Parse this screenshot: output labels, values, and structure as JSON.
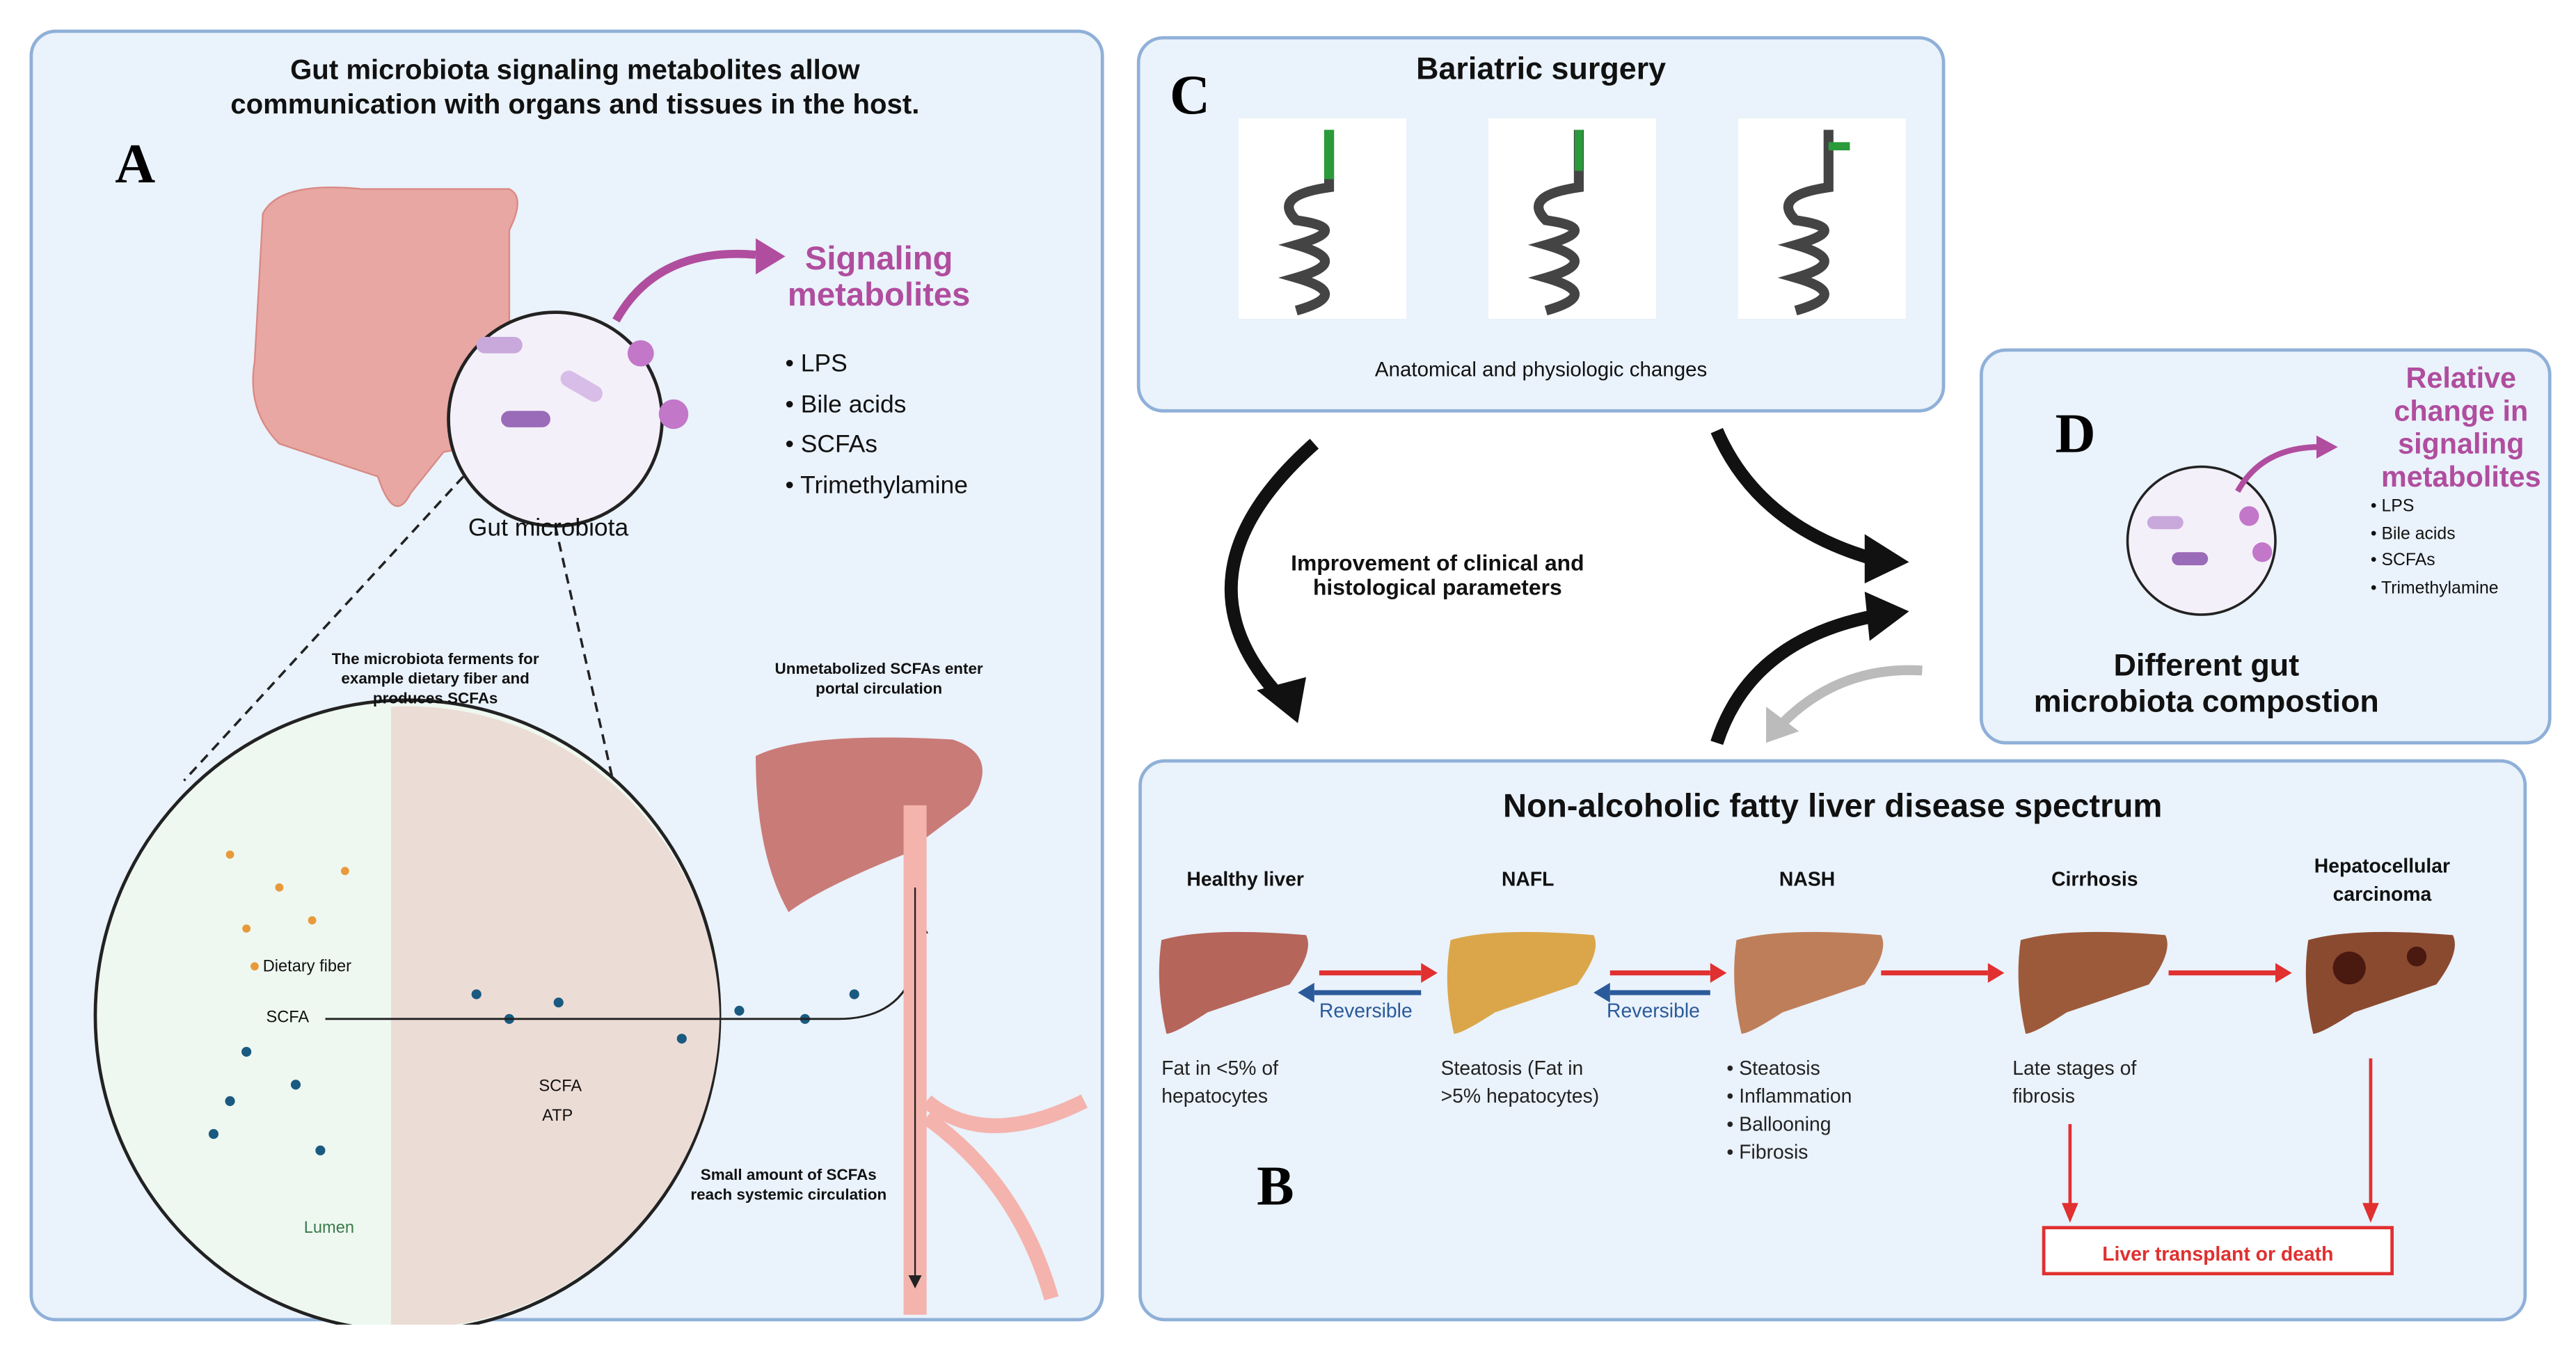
{
  "panel_a": {
    "letter": "A",
    "title_line1": "Gut microbiota signaling metabolites allow",
    "title_line2": "communication with organs and tissues in the host.",
    "signaling_title_line1": "Signaling",
    "signaling_title_line2": "metabolites",
    "metabolites": [
      "LPS",
      "Bile acids",
      "SCFAs",
      "Trimethylamine"
    ],
    "gut_label": "Gut microbiota",
    "ferment_line1": "The microbiota ferments for",
    "ferment_line2": "example  dietary fiber and",
    "ferment_line3": "produces SCFAs",
    "dietary_fiber": "Dietary fiber",
    "scfa": "SCFA",
    "scfa2": "SCFA",
    "atp": "ATP",
    "lumen": "Lumen",
    "portal_line1": "Unmetabolized SCFAs enter",
    "portal_line2": "portal circulation",
    "systemic_line1": "Small amount of SCFAs",
    "systemic_line2": "reach systemic circulation"
  },
  "panel_c": {
    "letter": "C",
    "title": "Bariatric surgery",
    "caption": "Anatomical and physiologic changes"
  },
  "center": {
    "improvement_line1": "Improvement of clinical and",
    "improvement_line2": "histological  parameters"
  },
  "panel_d": {
    "letter": "D",
    "title_line1": "Relative",
    "title_line2": "change in",
    "title_line3": "signaling",
    "title_line4": "metabolites",
    "metabolites": [
      "LPS",
      "Bile acids",
      "SCFAs",
      "Trimethylamine"
    ],
    "caption_line1": "Different gut",
    "caption_line2": "microbiota compostion"
  },
  "panel_b": {
    "letter": "B",
    "title": "Non-alcoholic fatty liver disease spectrum",
    "stages": [
      {
        "label": "Healthy liver",
        "desc": [
          "Fat in <5% of",
          "hepatocytes"
        ],
        "color": "#b5655a"
      },
      {
        "label": "NAFL",
        "desc": [
          "Steatosis (Fat in",
          ">5% hepatocytes)"
        ],
        "color": "#dba64a"
      },
      {
        "label": "NASH",
        "desc": [
          "Steatosis",
          "Inflammation",
          "Ballooning",
          "Fibrosis"
        ],
        "color": "#bf7e5a"
      },
      {
        "label": "Cirrhosis",
        "desc": [
          "Late stages of",
          "fibrosis"
        ],
        "color": "#9c5a3a"
      },
      {
        "label": "Hepatocellular carcinoma",
        "desc": [],
        "color": "#8a4a30"
      }
    ],
    "reversible_1": "Reversible",
    "reversible_2": "Reversible",
    "outcome": "Liver transplant or death"
  },
  "colors": {
    "panel_bg": "#eaf2fb",
    "panel_border": "#8fb0d8",
    "accent_purple": "#b04d9e",
    "progress_red": "#e03030",
    "reverse_blue": "#2a5a9a",
    "scfa_dot": "#1a5a80"
  }
}
